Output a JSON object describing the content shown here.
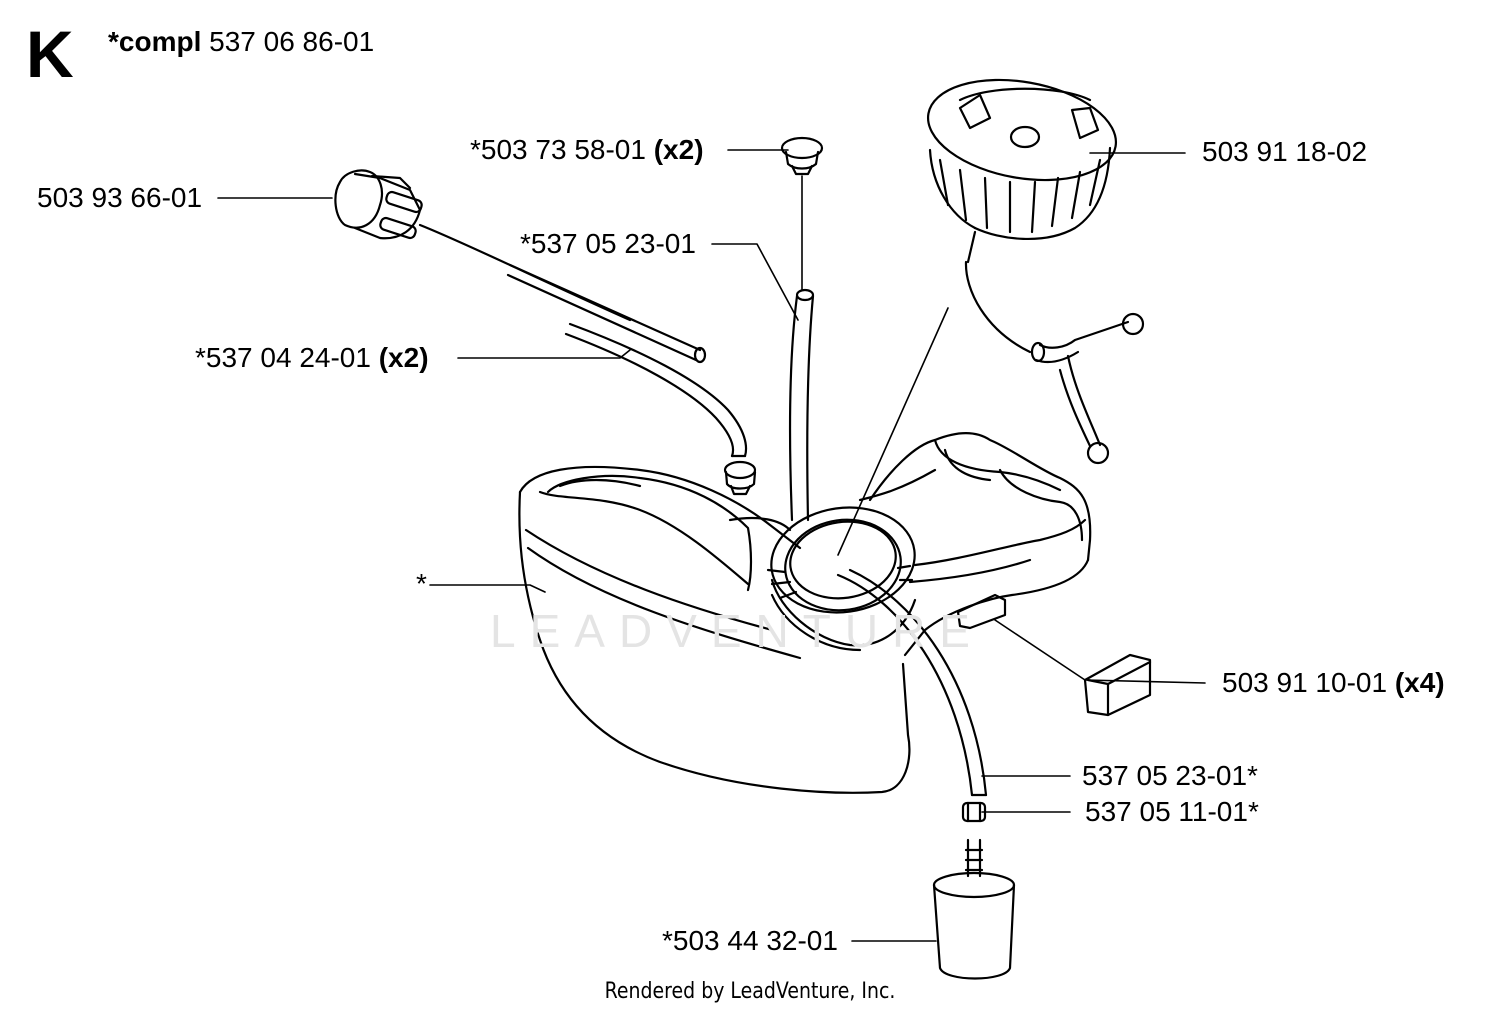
{
  "section_letter": "K",
  "kit": {
    "prefix": "*compl",
    "number": "537 06 86-01"
  },
  "watermark": "LEADVENTURE",
  "labels": {
    "grommet_top": {
      "number": "*503 73 58-01",
      "qty": "(x2)"
    },
    "primer": {
      "number": "503 93 66-01",
      "qty": ""
    },
    "hose_tank": {
      "number": "*537 05 23-01",
      "qty": ""
    },
    "return_hoses": {
      "number": "*537 04 24-01",
      "qty": "(x2)"
    },
    "tank": {
      "number": "*",
      "qty": ""
    },
    "fuel_cap": {
      "number": "503 91 18-02",
      "qty": ""
    },
    "rubber_pads": {
      "number": "503 91 10-01",
      "qty": "(x4)"
    },
    "fuel_hose": {
      "number": "537 05 23-01*",
      "qty": ""
    },
    "hose_connector": {
      "number": "537 05 11-01*",
      "qty": ""
    },
    "fuel_filter": {
      "number": "*503 44 32-01",
      "qty": ""
    }
  },
  "footer": "Rendered by LeadVenture, Inc."
}
